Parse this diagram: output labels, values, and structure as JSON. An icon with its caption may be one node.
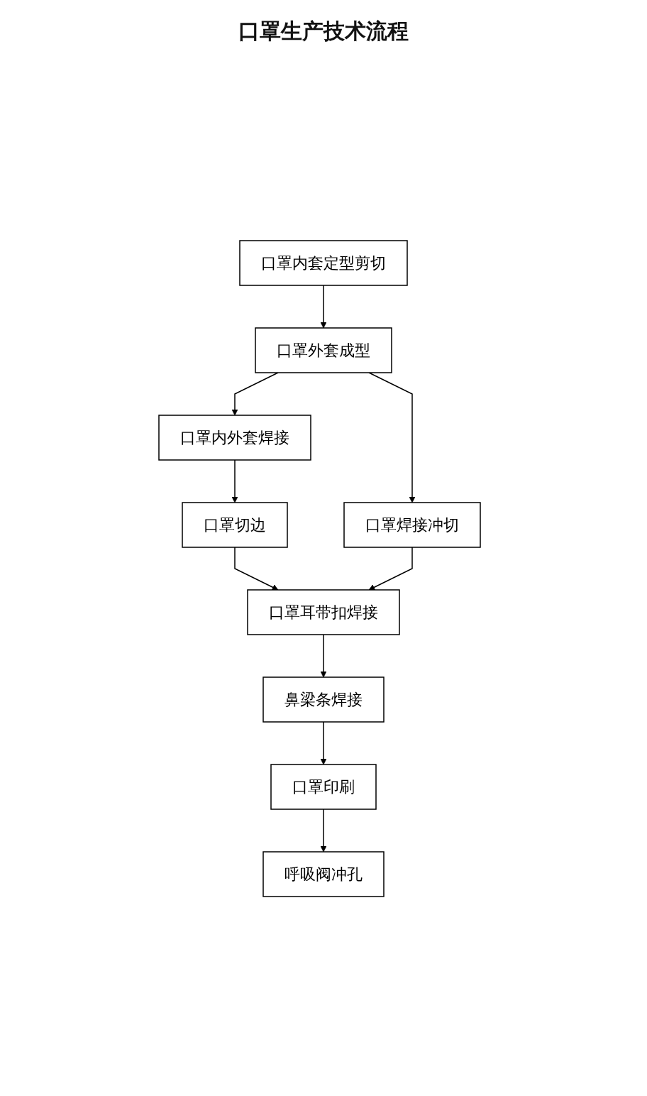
{
  "diagram": {
    "title": "口罩生产技术流程",
    "nodes": [
      {
        "text": [
          "口罩内套定型剪切"
        ]
      },
      {
        "text": [
          "口罩外套成型"
        ]
      },
      {
        "text": [
          "口罩内外套焊接"
        ]
      },
      {
        "text": [
          "口罩焊接冲切"
        ]
      },
      {
        "text": [
          "口罩切边"
        ]
      },
      {
        "text": [
          "口罩耳带扣焊接"
        ]
      },
      {
        "text": [
          "鼻梁条焊接"
        ]
      },
      {
        "text": [
          "口罩印刷"
        ]
      },
      {
        "text": [
          "呼吸阀冲孔"
        ]
      }
    ],
    "edges": [
      {
        "from": 0,
        "to": 1,
        "arrow": "to"
      },
      {
        "from": 1,
        "to": 2,
        "arrow": "to"
      },
      {
        "from": 1,
        "to": 3,
        "arrow": "to"
      },
      {
        "from": 2,
        "to": 4,
        "arrow": "to"
      },
      {
        "from": 4,
        "to": 5,
        "arrow": "to"
      },
      {
        "from": 3,
        "to": 5,
        "arrow": "to"
      },
      {
        "from": 5,
        "to": 6,
        "arrow": "to"
      },
      {
        "from": 6,
        "to": 7,
        "arrow": "to"
      },
      {
        "from": 7,
        "to": 8,
        "arrow": "to"
      }
    ]
  }
}
